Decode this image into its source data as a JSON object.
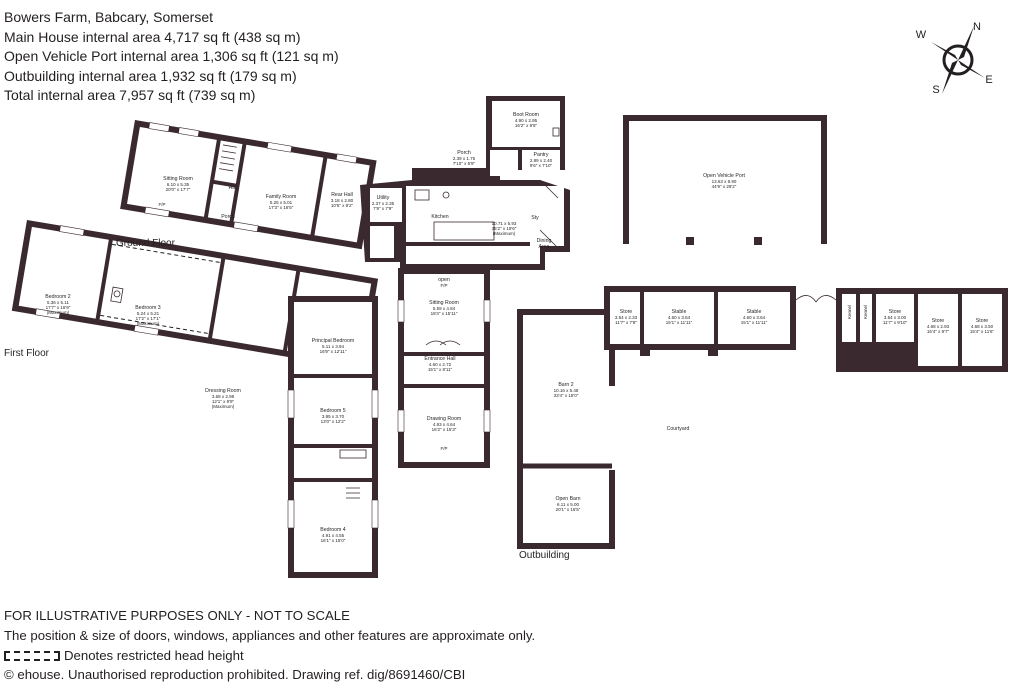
{
  "header": {
    "property": "Bowers Farm, Babcary, Somerset",
    "main_house": "Main House internal area 4,717 sq ft (438 sq m)",
    "vehicle_port": "Open Vehicle Port internal area 1,306 sq ft (121 sq m)",
    "outbuilding": "Outbuilding internal area 1,932 sq ft (179 sq m)",
    "total": "Total internal area 7,957 sq ft (739 sq m)"
  },
  "compass": {
    "n": "N",
    "e": "E",
    "s": "S",
    "w": "W"
  },
  "floors": {
    "ground": "Ground Floor",
    "first": "First Floor",
    "outbuilding": "Outbuilding"
  },
  "rooms": {
    "sitting_room_1": {
      "name": "Sitting Room",
      "dims": "6.10 x 5.35",
      "imp": "20'0\" x 17'7\"",
      "fp": "F/P"
    },
    "hall": {
      "name": "Hall"
    },
    "porch_1": {
      "name": "Porch"
    },
    "family_room": {
      "name": "Family Room",
      "dims": "5.25 x 5.01",
      "imp": "17'3\" x 16'5\""
    },
    "rear_hall": {
      "name": "Rear Hall",
      "dims": "3.18 x 2.80",
      "imp": "10'6\" x 9'2\""
    },
    "utility": {
      "name": "Utility",
      "dims": "2.37 x 2.35",
      "imp": "7'9\" x 7'9\""
    },
    "porch_2": {
      "name": "Porch",
      "dims": "2.39 x 1.75",
      "imp": "7'10\" x 5'9\""
    },
    "boot_room": {
      "name": "Boot Room",
      "dims": "4.90 x 2.95",
      "imp": "16'2\" x 9'8\""
    },
    "pantry": {
      "name": "Pantry",
      "dims": "2.89 x 2.40",
      "imp": "9'6\" x 7'10\""
    },
    "kitchen": {
      "name": "Kitchen"
    },
    "kitchen_area": {
      "dims": "10.71 x 5.93",
      "imp": "35'2\" x 19'6\"",
      "note": "(Maximum)"
    },
    "study": {
      "name": "Sty"
    },
    "dining_area": {
      "name": "Dining",
      "name2": "Area"
    },
    "open_fp": {
      "name": "open",
      "fp": "F/P"
    },
    "sitting_room_2": {
      "name": "Sitting Room",
      "dims": "5.59 x 4.84",
      "imp": "18'4\" x 15'11\""
    },
    "entrance_hall": {
      "name": "Entrance Hall",
      "dims": "4.60 x 2.72",
      "imp": "15'1\" x 8'11\""
    },
    "drawing_room": {
      "name": "Drawing Room",
      "dims": "4.93 x 4.64",
      "imp": "16'2\" x 15'3\"",
      "fp": "F/P"
    },
    "bedroom_2": {
      "name": "Bedroom 2",
      "dims": "5.36 x 5.11",
      "imp": "17'7\" x 16'9\"",
      "note": "(Maximum)"
    },
    "bedroom_3": {
      "name": "Bedroom 3",
      "dims": "5.24 x 5.21",
      "imp": "17'2\" x 17'1\"",
      "note": "(Maximum)"
    },
    "dressing_room": {
      "name": "Dressing Room",
      "dims": "3.68 x 2.98",
      "imp": "12'1\" x 9'9\"",
      "note": "(Maximum)"
    },
    "principal_bedroom": {
      "name": "Principal Bedroom",
      "dims": "5.11 x 3.94",
      "imp": "16'9\" x 12'11\""
    },
    "bedroom_5": {
      "name": "Bedroom 5",
      "dims": "3.95 x 3.70",
      "imp": "13'0\" x 12'2\""
    },
    "bedroom_4": {
      "name": "Bedroom 4",
      "dims": "4.91 x 4.55",
      "imp": "16'1\" x 15'0\""
    },
    "vehicle_port": {
      "name": "Open Vehicle Port",
      "dims": "13.63 x 8.90",
      "imp": "44'9\" x 29'2\""
    },
    "barn_2": {
      "name": "Barn 2",
      "dims": "10.16 x 5.48",
      "imp": "33'4\" x 18'0\""
    },
    "open_barn": {
      "name": "Open Barn",
      "dims": "6.11 x 5.00",
      "imp": "20'1\" x 16'5\""
    },
    "store_1": {
      "name": "Store",
      "dims": "3.54 x 2.33",
      "imp": "11'7\" x 7'8\""
    },
    "stable_1": {
      "name": "Stable",
      "dims": "4.60 x 3.64",
      "imp": "15'1\" x 11'11\""
    },
    "stable_2": {
      "name": "Stable",
      "dims": "4.60 x 3.64",
      "imp": "15'1\" x 11'11\""
    },
    "kennel_1": {
      "name": "Kennel"
    },
    "kennel_2": {
      "name": "Kennel"
    },
    "store_2": {
      "name": "Store",
      "dims": "3.54 x 3.00",
      "imp": "11'7\" x 9'10\""
    },
    "store_3": {
      "name": "Store",
      "dims": "4.68 x 2.93",
      "imp": "15'4\" x 9'7\""
    },
    "store_4": {
      "name": "Store",
      "dims": "4.68 x 3.50",
      "imp": "15'4\" x 11'6\""
    },
    "courtyard": {
      "name": "Courtyard"
    }
  },
  "footer": {
    "illustrative": "FOR ILLUSTRATIVE PURPOSES ONLY - NOT TO SCALE",
    "position": "The position & size of doors, windows, appliances and other features are approximate only.",
    "restricted": "Denotes restricted head height",
    "copyright": "© ehouse. Unauthorised reproduction prohibited. Drawing ref. dig/8691460/CBI"
  },
  "colors": {
    "wall": "#3b2930",
    "text": "#231f20",
    "background": "#ffffff"
  }
}
